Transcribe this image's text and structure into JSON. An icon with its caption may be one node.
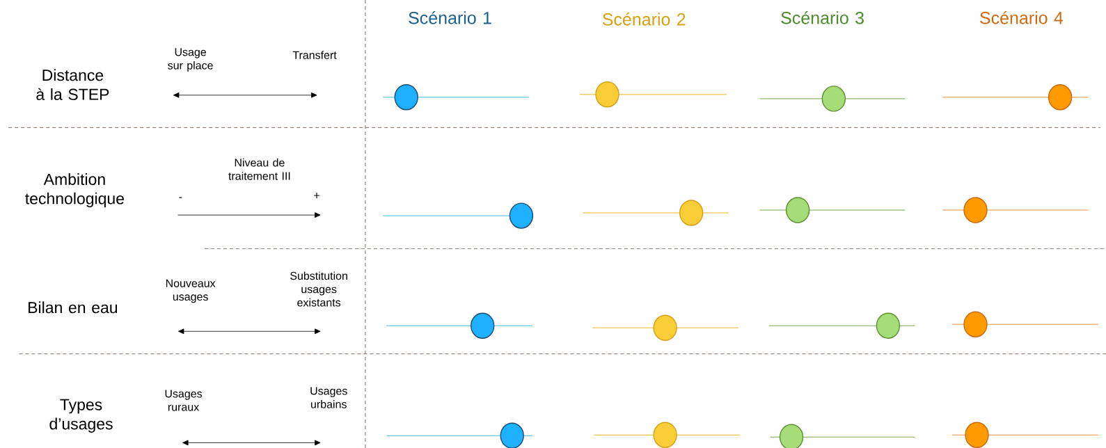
{
  "diagram": {
    "labels": [
      "Scénario 1",
      "Scénario 2",
      "Scénario 3",
      "Scénario 4",
      "Distance à la STEP",
      "Usage sur place",
      "Transfert",
      "Ambition technologique",
      "Niveau de traitement III",
      "-",
      "+",
      "Bilan en eau",
      "Nouveaux usages",
      "Substitution usages existants",
      "Types d’usages",
      "Usages ruraux",
      "Usages urbains"
    ]
  }
}
